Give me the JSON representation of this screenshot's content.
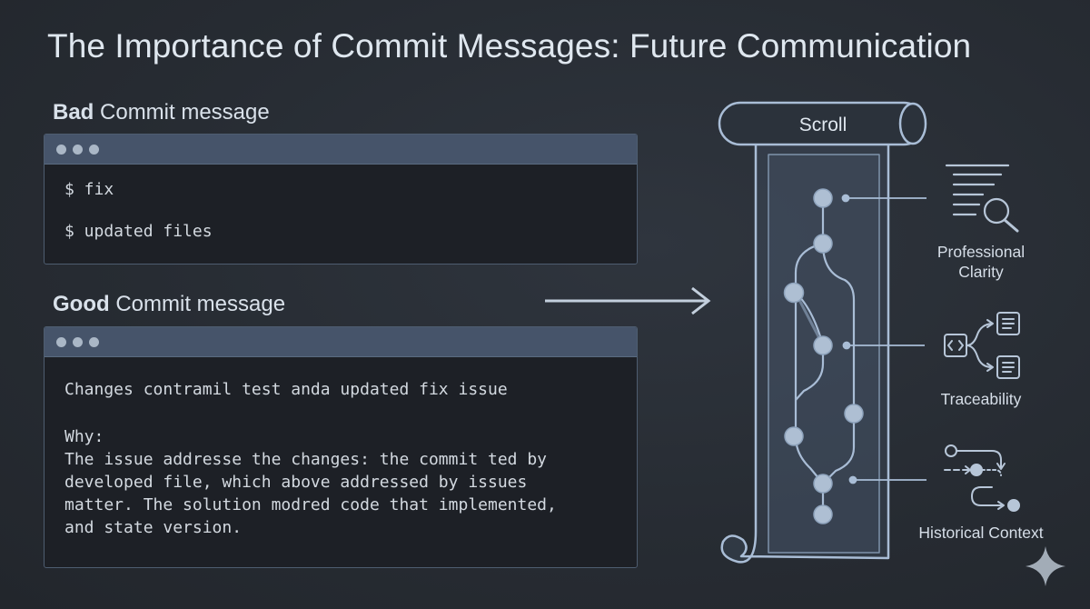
{
  "title": "The Importance of Commit Messages: Future Communication",
  "bad": {
    "label_bold": "Bad",
    "label_rest": " Commit message",
    "lines": [
      "$ fix",
      "$ updated files"
    ]
  },
  "good": {
    "label_bold": "Good",
    "label_rest": " Commit message",
    "lines": [
      "Changes contramil test anda updated fix issue",
      "Why:",
      "The issue addresse the changes: the commit ted by",
      "developed file, which above addressed by issues",
      "matter. The solution modred code that implemented,",
      "and state version."
    ]
  },
  "scroll": {
    "label": "Scroll"
  },
  "benefits": {
    "clarity": [
      "Professional",
      "Clarity"
    ],
    "traceability": "Traceability",
    "history": "Historical Context"
  },
  "colors": {
    "accent": "#a9bdd6",
    "terminal_bar": "#46546a",
    "terminal_body": "#1d2026"
  },
  "icons": [
    "document-search-icon",
    "code-branch-icon",
    "timeline-flow-icon",
    "sparkle-icon"
  ]
}
